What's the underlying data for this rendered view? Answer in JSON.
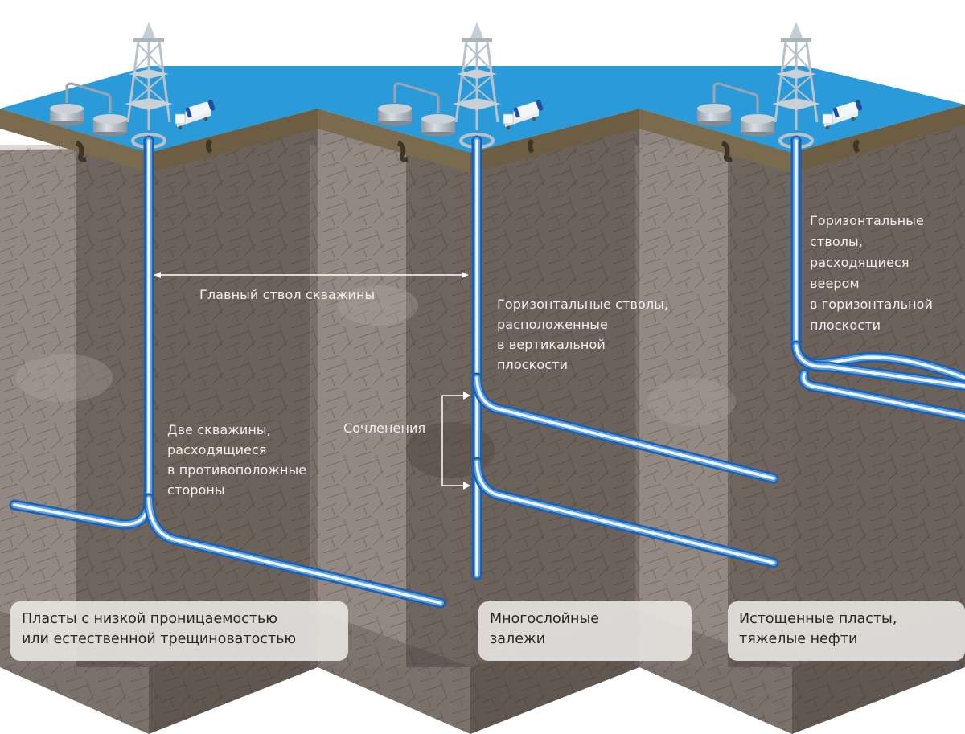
{
  "title": "Типы многоствольных скважин",
  "colors": {
    "surface": "#2a9ad9",
    "soil": "#7a6a4e",
    "rock_light": "#918780",
    "rock_dark": "#5f5650",
    "rock_darker": "#4d4540",
    "pipe_outer": "#1d5fb0",
    "pipe_mid": "#5aa2e0",
    "pipe_inner": "#eef5fc",
    "label_text": "#f2f0ee",
    "caption_bg": "#ece9e6"
  },
  "icons": [
    "derrick-icon",
    "storage-tank-icon",
    "tanker-truck-icon",
    "wellhead-icon"
  ],
  "annotations": {
    "main_bore": "Главный ствол скважины",
    "two_wells": "Две скважины,\nрасходящиеся\nв противоположные\nстороны",
    "joints": "Сочленения",
    "vertical_plane": "Горизонтальные стволы,\nрасположенные\nв вертикальной\nплоскости",
    "fan_horizontal": "Горизонтальные\nстволы,\nрасходящиеся\nвеером\nв горизонтальной\nплоскости"
  },
  "panels": [
    {
      "id": "low-permeability",
      "caption": "Пласты с низкой проницаемостью\nили естественной трещиноватостью"
    },
    {
      "id": "multilayer",
      "caption": "Многослойные\nзалежи"
    },
    {
      "id": "depleted",
      "caption": "Истощенные пласты,\nтяжелые нефти"
    }
  ]
}
